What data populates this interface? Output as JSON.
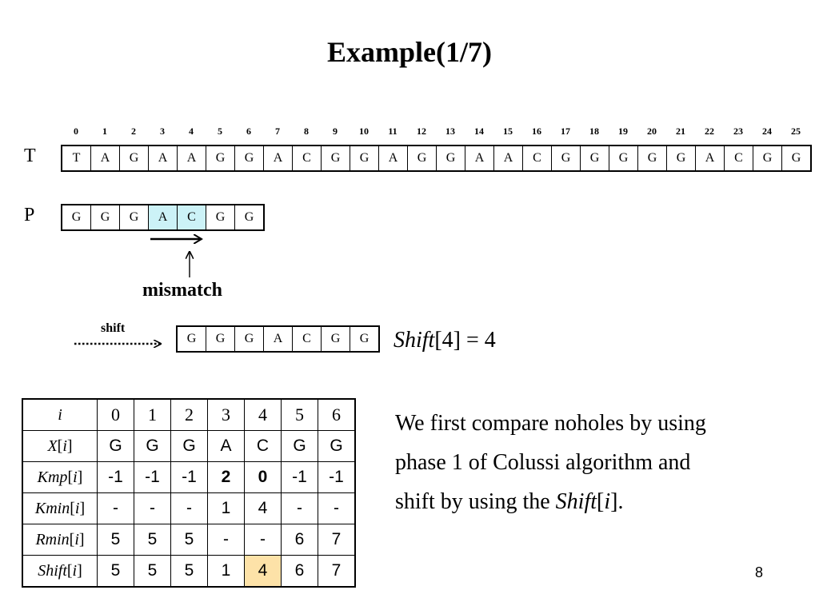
{
  "title": "Example(1/7)",
  "indices": [
    "0",
    "1",
    "2",
    "3",
    "4",
    "5",
    "6",
    "7",
    "8",
    "9",
    "10",
    "11",
    "12",
    "13",
    "14",
    "15",
    "16",
    "17",
    "18",
    "19",
    "20",
    "21",
    "22",
    "23",
    "24",
    "25"
  ],
  "text_label": "T",
  "text": [
    "T",
    "A",
    "G",
    "A",
    "A",
    "G",
    "G",
    "A",
    "C",
    "G",
    "G",
    "A",
    "G",
    "G",
    "A",
    "A",
    "C",
    "G",
    "G",
    "G",
    "G",
    "G",
    "A",
    "C",
    "G",
    "G"
  ],
  "pattern_label": "P",
  "pattern": [
    "G",
    "G",
    "G",
    "A",
    "C",
    "G",
    "G"
  ],
  "highlighted_pattern_cells": [
    3,
    4
  ],
  "mismatch_label": "mismatch",
  "shift_label": "shift",
  "shifted_pattern": [
    "G",
    "G",
    "G",
    "A",
    "C",
    "G",
    "G"
  ],
  "shift_equation": {
    "func": "Shift",
    "rest": "[4] = 4"
  },
  "table": {
    "header": {
      "label": "i",
      "values": [
        "0",
        "1",
        "2",
        "3",
        "4",
        "5",
        "6"
      ]
    },
    "rows": [
      {
        "name": "X",
        "values": [
          "G",
          "G",
          "G",
          "A",
          "C",
          "G",
          "G"
        ]
      },
      {
        "name": "Kmp",
        "values": [
          "-1",
          "-1",
          "-1",
          "2",
          "0",
          "-1",
          "-1"
        ],
        "bold": [
          3,
          4
        ]
      },
      {
        "name": "Kmin",
        "values": [
          "-",
          "-",
          "-",
          "1",
          "4",
          "-",
          "-"
        ]
      },
      {
        "name": "Rmin",
        "values": [
          "5",
          "5",
          "5",
          "-",
          "-",
          "6",
          "7"
        ]
      },
      {
        "name": "Shift",
        "values": [
          "5",
          "5",
          "5",
          "1",
          "4",
          "6",
          "7"
        ],
        "highlight": [
          4
        ]
      }
    ],
    "highlight_color": "#fde2a8"
  },
  "description": {
    "line1": "We first compare noholes by using",
    "line2": "phase 1 of Colussi algorithm and",
    "line3_prefix": "shift by using the ",
    "line3_func": "Shift",
    "line3_suffix": "."
  },
  "page_number": "8"
}
